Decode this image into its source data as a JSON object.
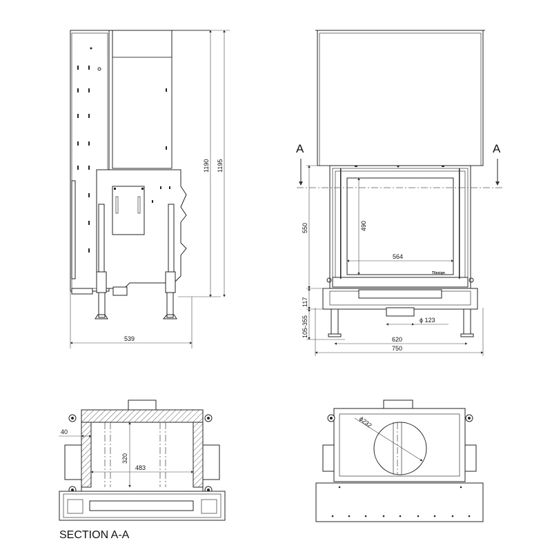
{
  "views": {
    "side": {
      "dims": {
        "width": "539",
        "height_a": "1190",
        "height_b": "1195"
      }
    },
    "front": {
      "section_marker": "A",
      "dims": {
        "height_opening": "550",
        "height_glass": "490",
        "width_glass": "564",
        "base_height": "117",
        "leg_range": "105-355",
        "flue": "ϕ 123",
        "width_legs": "620",
        "width_total": "750"
      },
      "brand_label": "Tilesign"
    },
    "section": {
      "dims": {
        "wall": "40",
        "depth": "320",
        "width": "483"
      },
      "caption": "SECTION A-A"
    },
    "top": {
      "dims": {
        "flue_diameter": "ϕ232"
      }
    }
  }
}
